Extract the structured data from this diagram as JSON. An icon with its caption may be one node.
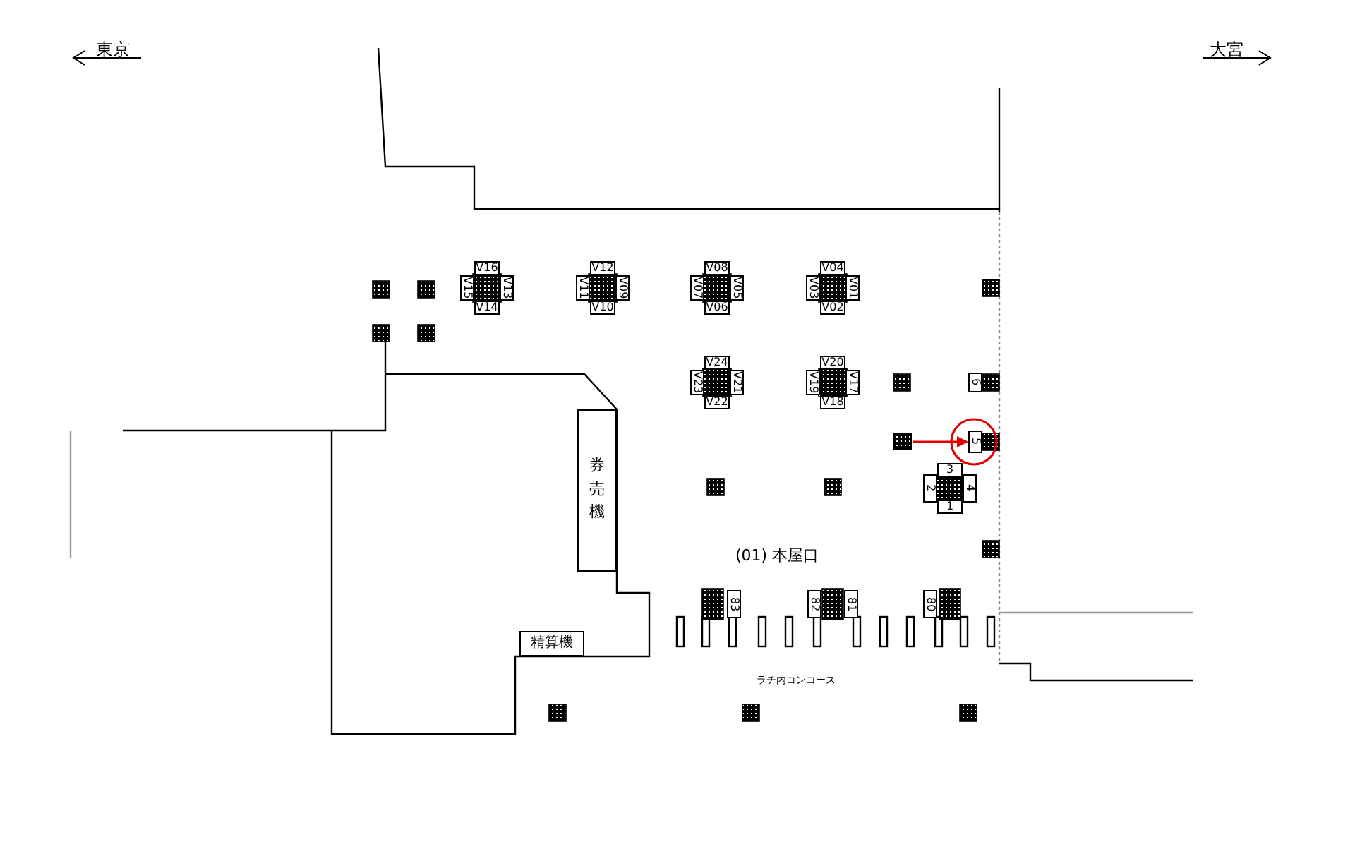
{
  "diagram": {
    "nodes": [
      {
        "text": [
          "V16"
        ]
      },
      {
        "text": [
          "V15"
        ]
      },
      {
        "text": [
          "V13"
        ]
      },
      {
        "text": [
          "V14"
        ]
      },
      {
        "text": [
          "V12"
        ]
      },
      {
        "text": [
          "V11"
        ]
      },
      {
        "text": [
          "V09"
        ]
      },
      {
        "text": [
          "V10"
        ]
      },
      {
        "text": [
          "V08"
        ]
      },
      {
        "text": [
          "V07"
        ]
      },
      {
        "text": [
          "V05"
        ]
      },
      {
        "text": [
          "V06"
        ]
      },
      {
        "text": [
          "V04"
        ]
      },
      {
        "text": [
          "V03"
        ]
      },
      {
        "text": [
          "V01"
        ]
      },
      {
        "text": [
          "V02"
        ]
      },
      {
        "text": [
          "V24"
        ]
      },
      {
        "text": [
          "V23"
        ]
      },
      {
        "text": [
          "V21"
        ]
      },
      {
        "text": [
          "V22"
        ]
      },
      {
        "text": [
          "V20"
        ]
      },
      {
        "text": [
          "V19"
        ]
      },
      {
        "text": [
          "V17"
        ]
      },
      {
        "text": [
          "V18"
        ]
      },
      {
        "text": [
          "6"
        ]
      },
      {
        "text": [],
        "shape": "box"
      },
      {
        "text": [
          "5"
        ]
      },
      {
        "text": [
          "券売機"
        ]
      },
      {
        "text": [
          "3"
        ]
      },
      {
        "text": [
          "2"
        ]
      },
      {
        "text": [
          "4"
        ]
      },
      {
        "text": [
          "1"
        ]
      },
      {
        "text": [
          "精算機"
        ]
      },
      {
        "text": [
          "83"
        ]
      },
      {
        "text": [
          "82"
        ]
      },
      {
        "text": [
          "81"
        ]
      },
      {
        "text": [
          "80"
        ]
      }
    ],
    "edges": [
      {
        "from": 25,
        "to": 26,
        "arrow": "to",
        "color": "#e00000"
      }
    ],
    "labels": [
      "東京",
      "大宮",
      "(01) 本屋口",
      "ラチ内コンコース"
    ]
  }
}
